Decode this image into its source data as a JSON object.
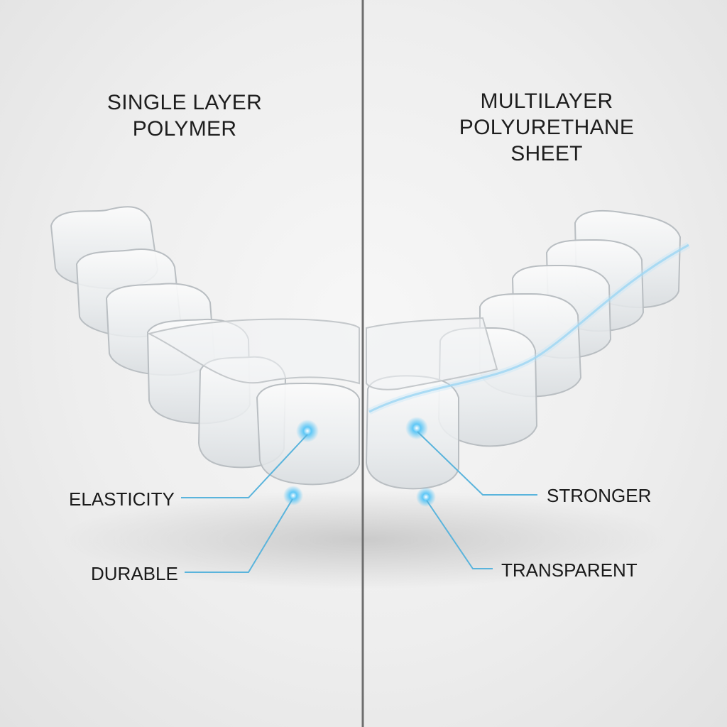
{
  "left_panel": {
    "title": "SINGLE LAYER\nPOLYMER",
    "callouts": {
      "elasticity": "ELASTICITY",
      "durable": "DURABLE"
    }
  },
  "right_panel": {
    "title": "MULTILAYER\nPOLYURETHANE\nSHEET",
    "callouts": {
      "stronger": "STRONGER",
      "transparent": "TRANSPARENT"
    }
  },
  "colors": {
    "callout_line": "#5ab4dc",
    "glow": "#4fc3f7",
    "divider": "#6e6e6e",
    "layer_line": "#8fd0f0"
  },
  "icons": [
    "aligner-tray-illustration",
    "glow-marker"
  ]
}
